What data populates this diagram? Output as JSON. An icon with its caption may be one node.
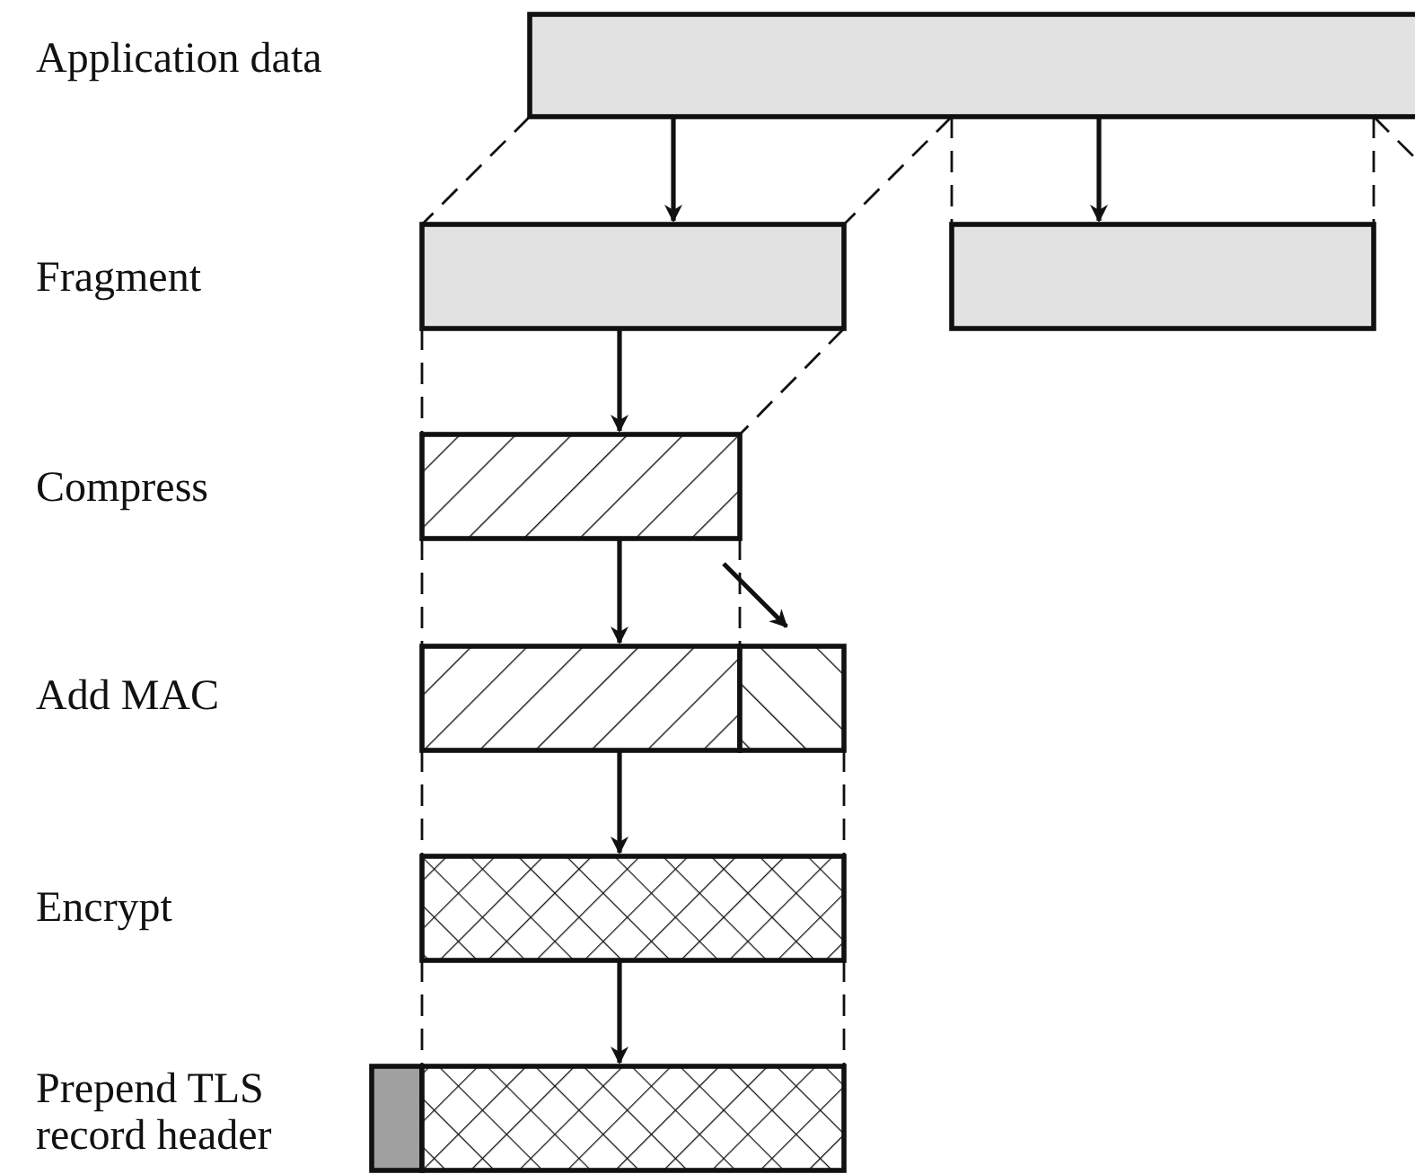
{
  "diagram": {
    "nodes": [
      {
        "text": [],
        "shape": "bar"
      },
      {
        "text": [],
        "shape": "bar"
      },
      {
        "text": [],
        "shape": "bar"
      },
      {
        "text": [],
        "shape": "bar"
      },
      {
        "text": [],
        "shape": "bar"
      },
      {
        "text": [],
        "shape": "bar"
      },
      {
        "text": [],
        "shape": "bar"
      },
      {
        "text": [],
        "shape": "bar"
      },
      {
        "text": [],
        "shape": "bar"
      }
    ],
    "edges": [
      {
        "from": 0,
        "to": 1,
        "arrow": "to"
      },
      {
        "from": 0,
        "to": 2,
        "arrow": "to"
      },
      {
        "from": 1,
        "to": 3,
        "arrow": "to"
      },
      {
        "from": 3,
        "to": 4,
        "arrow": "to"
      },
      {
        "from": 3,
        "to": 5,
        "arrow": "to"
      },
      {
        "from": 4,
        "to": 6,
        "arrow": "to"
      },
      {
        "from": 6,
        "to": 8,
        "arrow": "to"
      },
      {
        "from": 0,
        "to": 1,
        "arrow": "none",
        "style": "dashed"
      },
      {
        "from": 0,
        "to": 1,
        "arrow": "none",
        "style": "dashed"
      },
      {
        "from": 0,
        "to": 2,
        "arrow": "none",
        "style": "dashed"
      },
      {
        "from": 0,
        "to": 2,
        "arrow": "none",
        "style": "dashed"
      },
      {
        "from": 0,
        "to": null,
        "arrow": "none",
        "style": "dashed"
      },
      {
        "from": 1,
        "to": 3,
        "arrow": "none",
        "style": "dashed"
      },
      {
        "from": 1,
        "to": 3,
        "arrow": "none",
        "style": "dashed"
      },
      {
        "from": 3,
        "to": 4,
        "arrow": "none",
        "style": "dashed"
      },
      {
        "from": 3,
        "to": 4,
        "arrow": "none",
        "style": "dashed"
      },
      {
        "from": 4,
        "to": 6,
        "arrow": "none",
        "style": "dashed"
      },
      {
        "from": 5,
        "to": 6,
        "arrow": "none",
        "style": "dashed"
      },
      {
        "from": 6,
        "to": 8,
        "arrow": "none",
        "style": "dashed"
      },
      {
        "from": 6,
        "to": 8,
        "arrow": "none",
        "style": "dashed"
      }
    ],
    "labels": [
      "Application data",
      "Fragment",
      "Compress",
      "Add MAC",
      "Encrypt",
      "Prepend TLS record header"
    ]
  }
}
